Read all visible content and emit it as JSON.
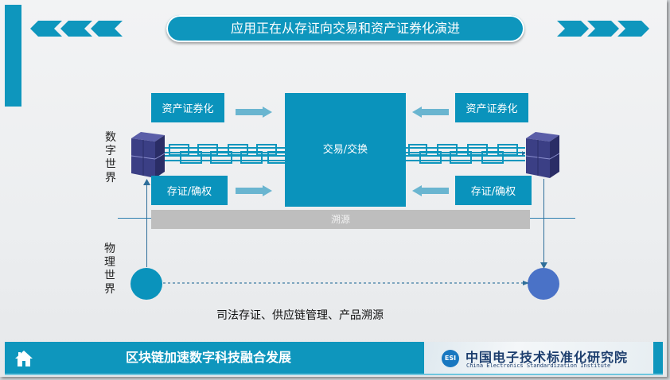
{
  "header": {
    "title": "应用正在从存证向交易和资产证券化演进"
  },
  "diagram": {
    "center_box": "交易/交换",
    "left_top_box": "资产证券化",
    "left_bottom_box": "存证/确权",
    "right_top_box": "资产证券化",
    "right_bottom_box": "存证/确权",
    "trace_bar": "溯源",
    "digital_world_label": [
      "数",
      "字",
      "世",
      "界"
    ],
    "physical_world_label": [
      "物",
      "理",
      "世",
      "界"
    ],
    "caption": "司法存证、供应链管理、产品溯源"
  },
  "colors": {
    "primary": "#0e96bd",
    "server": "#3b3f85",
    "circle_left": "#0a93bc",
    "circle_right": "#4a72c7",
    "trace_bar": "#bebebe"
  },
  "footer": {
    "title": "区块链加速数字科技融合发展",
    "logo_badge": "ESI",
    "logo_cn": "中国电子技术标准化研究院",
    "logo_en": "China Electronics Standardization Institute"
  }
}
